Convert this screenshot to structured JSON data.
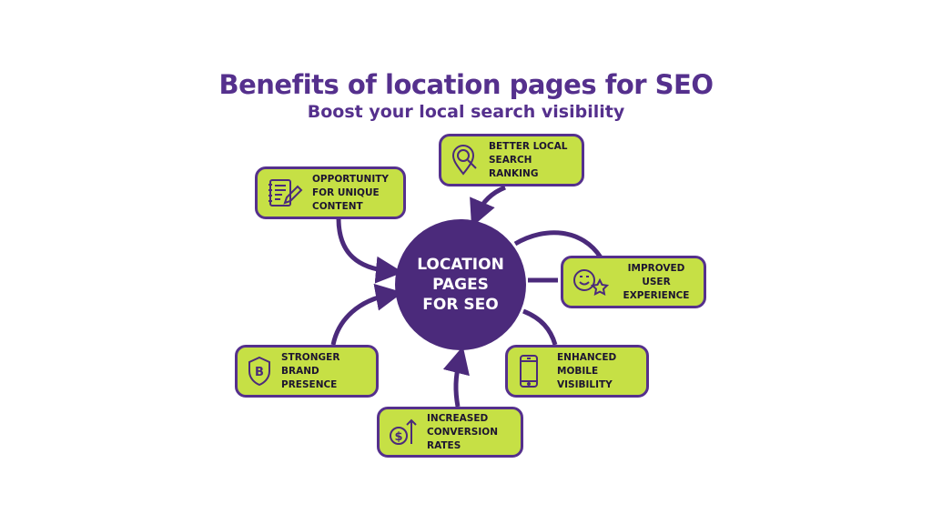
{
  "title": "Benefits of location pages for SEO",
  "subtitle": "Boost your local search visibility",
  "hub": {
    "line1": "LOCATION",
    "line2": "PAGES",
    "line3": "FOR SEO"
  },
  "benefits": [
    {
      "icon": "notebook-pencil-icon",
      "lines": [
        "OPPORTUNITY",
        "FOR UNIQUE",
        "CONTENT"
      ]
    },
    {
      "icon": "location-search-icon",
      "lines": [
        "BETTER LOCAL",
        "SEARCH RANKING"
      ]
    },
    {
      "icon": "smiley-star-icon",
      "lines": [
        "IMPROVED USER",
        "EXPERIENCE"
      ]
    },
    {
      "icon": "mobile-phone-icon",
      "lines": [
        "ENHANCED",
        "MOBILE VISIBILITY"
      ]
    },
    {
      "icon": "dollar-up-icon",
      "lines": [
        "INCREASED",
        "CONVERSION RATES"
      ]
    },
    {
      "icon": "shield-b-icon",
      "lines": [
        "STRONGER",
        "BRAND PRESENCE"
      ]
    }
  ],
  "colors": {
    "purple": "#4b2a7b",
    "green": "#c6e045"
  }
}
